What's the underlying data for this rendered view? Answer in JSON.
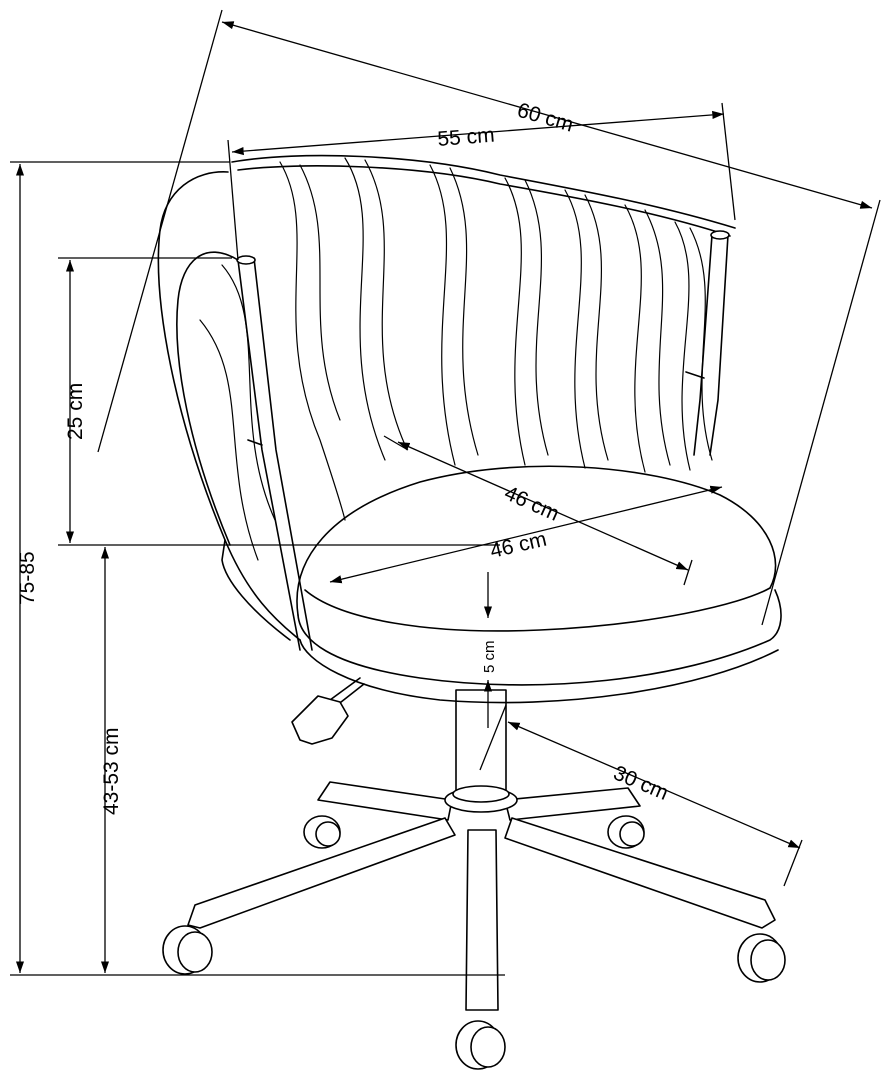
{
  "diagram": {
    "subject": "office chair with woven backrest",
    "line_color": "#000000",
    "background": "#ffffff",
    "dimensions": {
      "width_outer": "60 cm",
      "width_inner": "55 cm",
      "back_height": "25 cm",
      "total_height": "75-85",
      "seat_depth": "46 cm",
      "seat_width": "46 cm",
      "seat_thickness": "5 cm",
      "seat_height": "43-53 cm",
      "base_radius": "30 cm"
    }
  }
}
